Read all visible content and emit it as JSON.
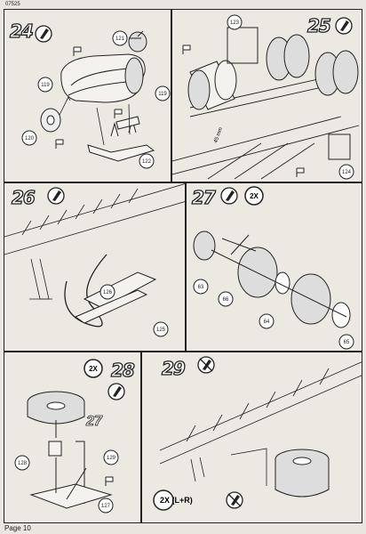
{
  "page": {
    "code": "07525",
    "footer": "Page 10"
  },
  "steps": [
    {
      "number": "24",
      "parts": [
        "121",
        "119",
        "119",
        "120",
        "122"
      ]
    },
    {
      "number": "25",
      "parts": [
        "123",
        "124"
      ],
      "dimension": "45 mm"
    },
    {
      "number": "26",
      "parts": [
        "126",
        "125"
      ]
    },
    {
      "number": "27",
      "quantity": "2X",
      "parts": [
        "63",
        "66",
        "64",
        "65"
      ]
    },
    {
      "number": "28",
      "quantity": "2X",
      "parts": [
        "27",
        "128",
        "129",
        "127"
      ]
    },
    {
      "number": "29",
      "quantity": "2X (L+R)"
    }
  ],
  "icons": {
    "glue": "glue-icon",
    "no_glue": "no-glue-icon",
    "paint_flag": "paint-flag-icon"
  }
}
